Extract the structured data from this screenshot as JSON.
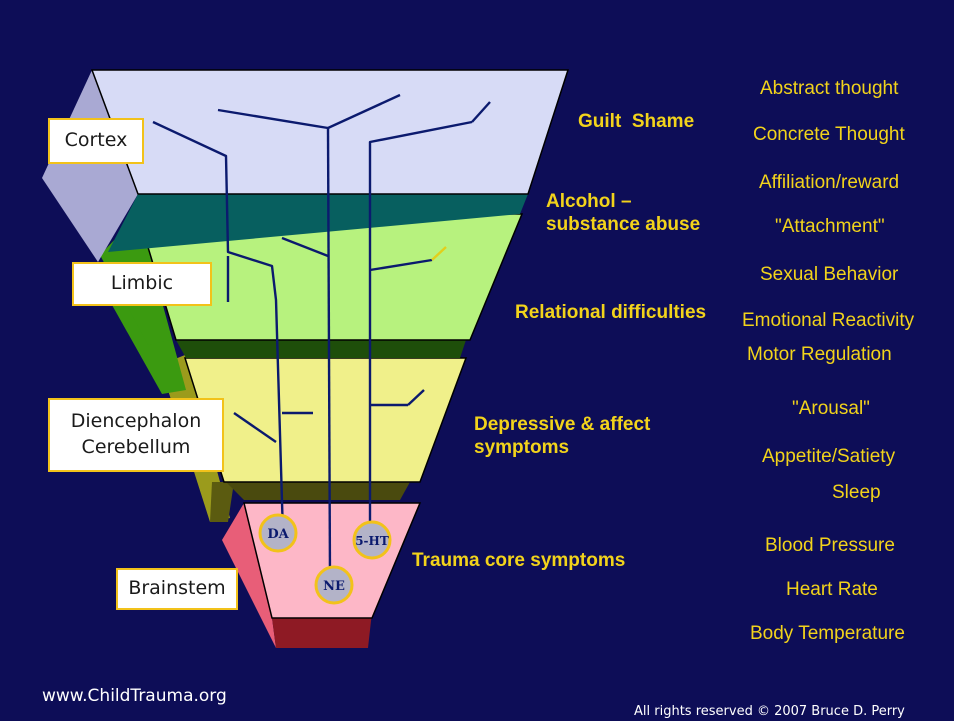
{
  "regions": {
    "cortex": "Cortex",
    "limbic": "Limbic",
    "diencephalon": [
      "Diencephalon",
      "Cerebellum"
    ],
    "brainstem": "Brainstem"
  },
  "symptoms": {
    "guilt_shame": "Guilt  Shame",
    "alcohol": [
      "Alcohol –",
      "substance abuse"
    ],
    "relational": "Relational difficulties",
    "depressive": [
      "Depressive & affect",
      "symptoms"
    ],
    "trauma_core": "Trauma core symptoms"
  },
  "functions": [
    "Abstract thought",
    "Concrete Thought",
    "Affiliation/reward",
    "\"Attachment\"",
    "Sexual Behavior",
    "Emotional Reactivity",
    "Motor Regulation",
    "\"Arousal\"",
    "Appetite/Satiety",
    "Sleep",
    "Blood Pressure",
    "Heart Rate",
    "Body Temperature"
  ],
  "neurotransmitters": {
    "da": "DA",
    "ne": "NE",
    "ht": "5-HT"
  },
  "footer": {
    "website": "www.ChildTrauma.org",
    "copyright": "All rights reserved © 2007 Bruce D. Perry"
  },
  "colors": {
    "background": "#0d0d57",
    "text_accent": "#f2d31b",
    "cortex": "#d7dbf6",
    "limbic": "#b7f27e",
    "diencephalon": "#f0f08a",
    "brainstem": "#fdb7c7"
  }
}
